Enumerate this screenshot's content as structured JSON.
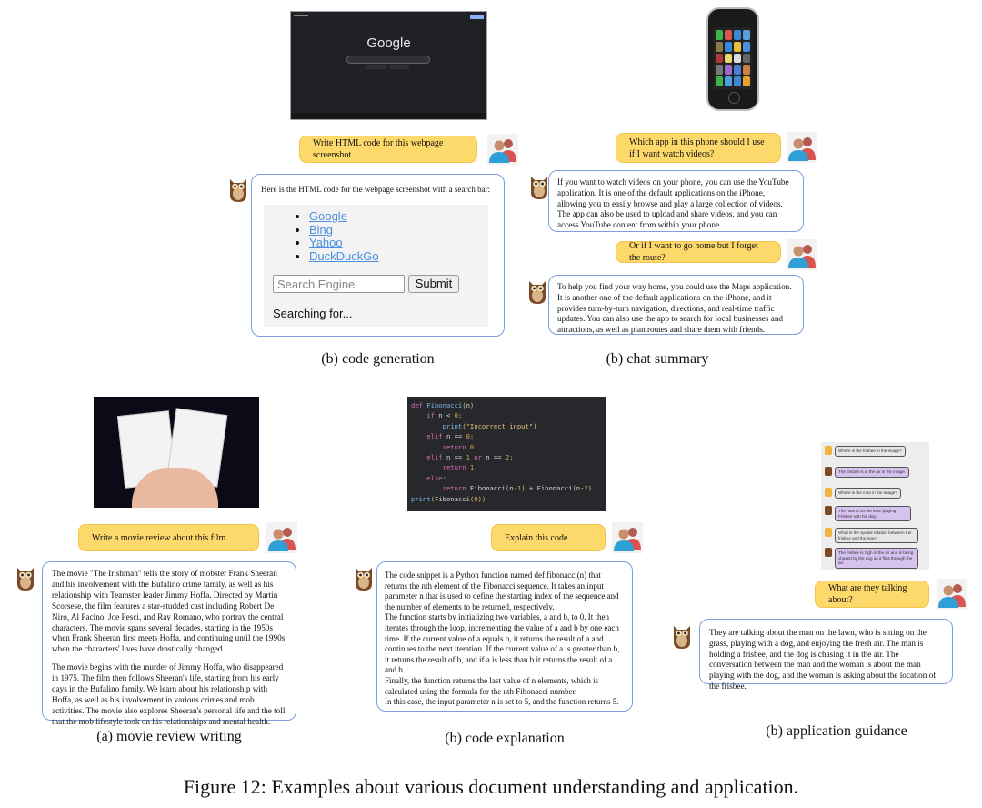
{
  "figure_caption": "Figure 12: Examples about various document understanding and application.",
  "icons": {
    "user": "users-icon",
    "assistant": "owl-icon"
  },
  "colors": {
    "question_bg": "#fdd86a",
    "answer_border": "#7b9fdc",
    "link": "#4a8ee0"
  },
  "panels": {
    "code_generation": {
      "caption": "(b) code generation",
      "image": {
        "logo": "Google"
      },
      "question": "Write HTML code for this webpage screenshot",
      "answer_intro": "Here is the HTML code for the webpage screenshot with a search bar:",
      "rendered": {
        "links": [
          "Google",
          "Bing",
          "Yahoo",
          "DuckDuckGo"
        ],
        "input_placeholder": "Search Engine",
        "submit_label": "Submit",
        "status": "Searching for..."
      }
    },
    "chat_summary": {
      "caption": "(b) chat summary",
      "turns": [
        {
          "question": "Which app in this phone should I use if I want watch videos?",
          "answer": "If you want to watch videos on your phone, you can use the YouTube application. It is one of the default applications on the iPhone, allowing you to easily browse and play a large collection of videos. The app can also be used to upload and share videos, and you can access YouTube content from within your phone."
        },
        {
          "question": "Or if I want to go home but I forget the route?",
          "answer": "To help you find your way home, you could use the Maps application. It is another one of the default applications on the iPhone, and it provides turn-by-turn navigation, directions, and real-time traffic updates. You can also use the app to search for local businesses and attractions, as well as plan routes and share them with friends."
        }
      ]
    },
    "movie_review": {
      "caption": "(a) movie review writing",
      "question": "Write a movie review about this film.",
      "answer_p1": "The movie \"The Irishman\" tells the story of mobster Frank Sheeran and his involvement with the Bufalino crime family, as well as his relationship with Teamster leader Jimmy Hoffa. Directed by Martin Scorsese, the film features a star-studded cast including Robert De Niro, Al Pacino, Joe Pesci, and Ray Romano, who portray the central characters. The movie spans several decades, starting in the 1950s when Frank Sheeran first meets Hoffa, and continuing until the 1990s when the characters' lives have drastically changed.",
      "answer_p2": "The movie begins with the murder of Jimmy Hoffa, who disappeared in 1975. The film then follows Sheeran's life, starting from his early days in the Bufalino family. We learn about his relationship with Hoffa, as well as his involvement in various crimes and mob activities. The movie also explores Sheeran's personal life and the toll that the mob lifestyle took on his relationships and mental health."
    },
    "code_explanation": {
      "caption": "(b) code explanation",
      "question": "Explain this code",
      "code_lines": [
        "def Fibonacci(n):",
        "    if n < 0:",
        "        print(\"Incorrect input\")",
        "    elif n == 0:",
        "        return 0",
        "    elif n == 1 or n == 2:",
        "        return 1",
        "    else:",
        "        return Fibonacci(n-1) + Fibonacci(n-2)",
        "print(Fibonacci(9))"
      ],
      "answer_lines": [
        "The code snippet is a Python function named def fibonacci(n) that returns the nth element of the Fibonacci sequence. It takes an input parameter n that is used to define the starting index of the sequence and the number of elements to be returned, respectively.",
        "The function starts by initializing two variables, a and b, to 0. It then iterates through the loop, incrementing the value of a and b by one each time. If the current value of a equals b, it returns the result of a and continues to the next iteration. If the current value of a is greater than b, it returns the result of b, and if a is less than b it returns the result of a and b.",
        "Finally, the function returns the last value of n elements, which is calculated using the formula for the nth Fibonacci number.",
        "In this case, the input parameter n is set to 5, and the function returns 5."
      ]
    },
    "application_guidance": {
      "caption": "(b) application guidance",
      "screenshot_chat": [
        {
          "role": "user",
          "text": "Where is the frisbee in the image?"
        },
        {
          "role": "assistant",
          "text": "The frisbee is in the air in the image."
        },
        {
          "role": "user",
          "text": "Where is the man in the image?"
        },
        {
          "role": "assistant",
          "text": "The man is on the lawn playing Frisbee with his dog."
        },
        {
          "role": "user",
          "text": "What is the spatial relation between the frisbee and the man?"
        },
        {
          "role": "assistant",
          "text": "The frisbee is high in the air and is being chased by the dog as it flies through the air."
        }
      ],
      "question": "What are they talking about?",
      "answer": "They are talking about the man on the lawn, who is sitting on the grass, playing with a dog, and enjoying the fresh air. The man is holding a frisbee, and the dog is chasing it in the air. The conversation between the man and the woman is about the man playing with the dog, and the woman is asking about the location of the frisbee."
    }
  }
}
